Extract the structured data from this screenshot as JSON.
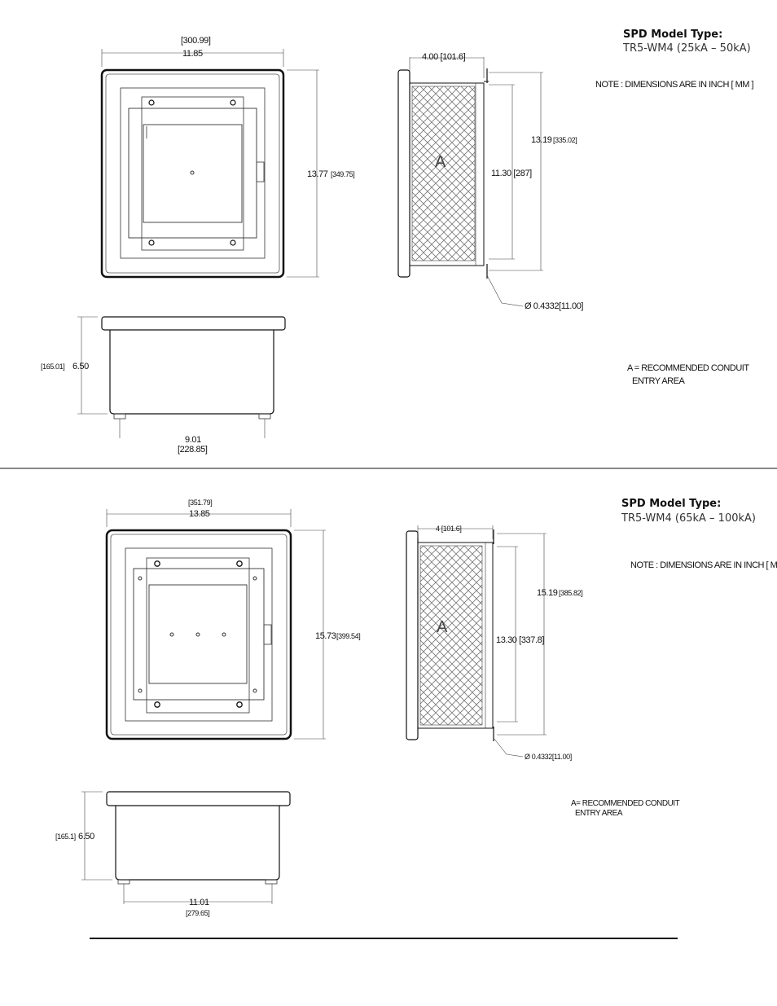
{
  "top": {
    "model_title": "SPD Model Type:",
    "model_name": "TR5-WM4 (25kA – 50kA)",
    "note": "NOTE : DIMENSIONS ARE IN INCH [ MM ]",
    "conduit_note_line1": "A = RECOMMENDED CONDUIT",
    "conduit_note_line2": "ENTRY AREA",
    "front": {
      "width_mm": "[300.99]",
      "width_in": "11.85",
      "height_in": "13.77",
      "height_mm": "[349.75]"
    },
    "side": {
      "depth": "4.00 [101.6]",
      "overall_h_in": "13.19",
      "overall_h_mm": "[335.02]",
      "inner_h": "11.30 [287]",
      "hole": "Ø 0.4332[11.00]",
      "area_label": "A"
    },
    "bottom": {
      "depth_mm": "[165.01]",
      "depth_in": "6.50",
      "mount_in": "9.01",
      "mount_mm": "[228.85]"
    }
  },
  "bottom_unit": {
    "model_title": "SPD Model Type:",
    "model_name": "TR5-WM4 (65kA – 100kA)",
    "note": "NOTE : DIMENSIONS ARE IN INCH [ MM ]",
    "conduit_note_line1": "A= RECOMMENDED CONDUIT",
    "conduit_note_line2": "ENTRY AREA",
    "front": {
      "width_mm": "[351.79]",
      "width_in": "13.85",
      "height_in": "15.73",
      "height_mm": "[399.54]"
    },
    "side": {
      "depth": "4 [101.6]",
      "overall_h_in": "15.19",
      "overall_h_mm": "[385.82]",
      "inner_h": "13.30 [337.8]",
      "hole": "Ø 0.4332[11.00]",
      "area_label": "A"
    },
    "bottom": {
      "depth_mm": "[165.1]",
      "depth_in": "6.50",
      "mount_in": "11.01",
      "mount_mm": "[279.65]"
    }
  }
}
